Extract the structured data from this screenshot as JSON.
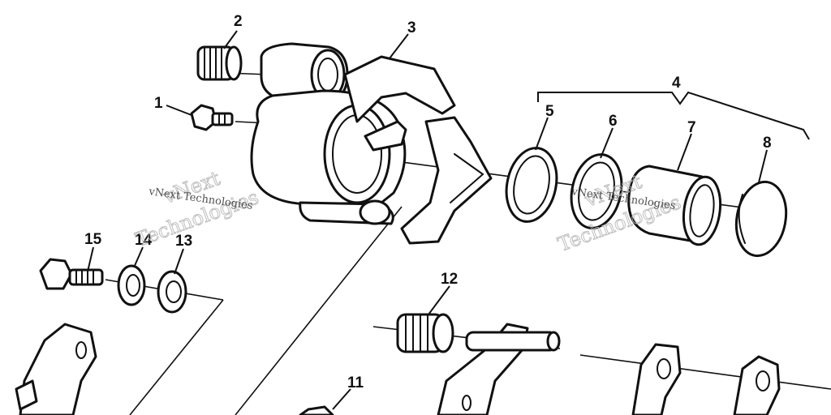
{
  "callouts": {
    "c1": "1",
    "c2": "2",
    "c3": "3",
    "c4": "4",
    "c5": "5",
    "c6": "6",
    "c7": "7",
    "c8": "8",
    "c11": "11",
    "c12": "12",
    "c13": "13",
    "c14": "14",
    "c15": "15"
  },
  "watermark": {
    "line_small": "vNext Technologies",
    "line_big_1": "vNext",
    "line_big_2": "Technologies"
  },
  "colors": {
    "ink": "#111111",
    "paper": "#ffffff",
    "watermark": "#b8b8b8"
  }
}
